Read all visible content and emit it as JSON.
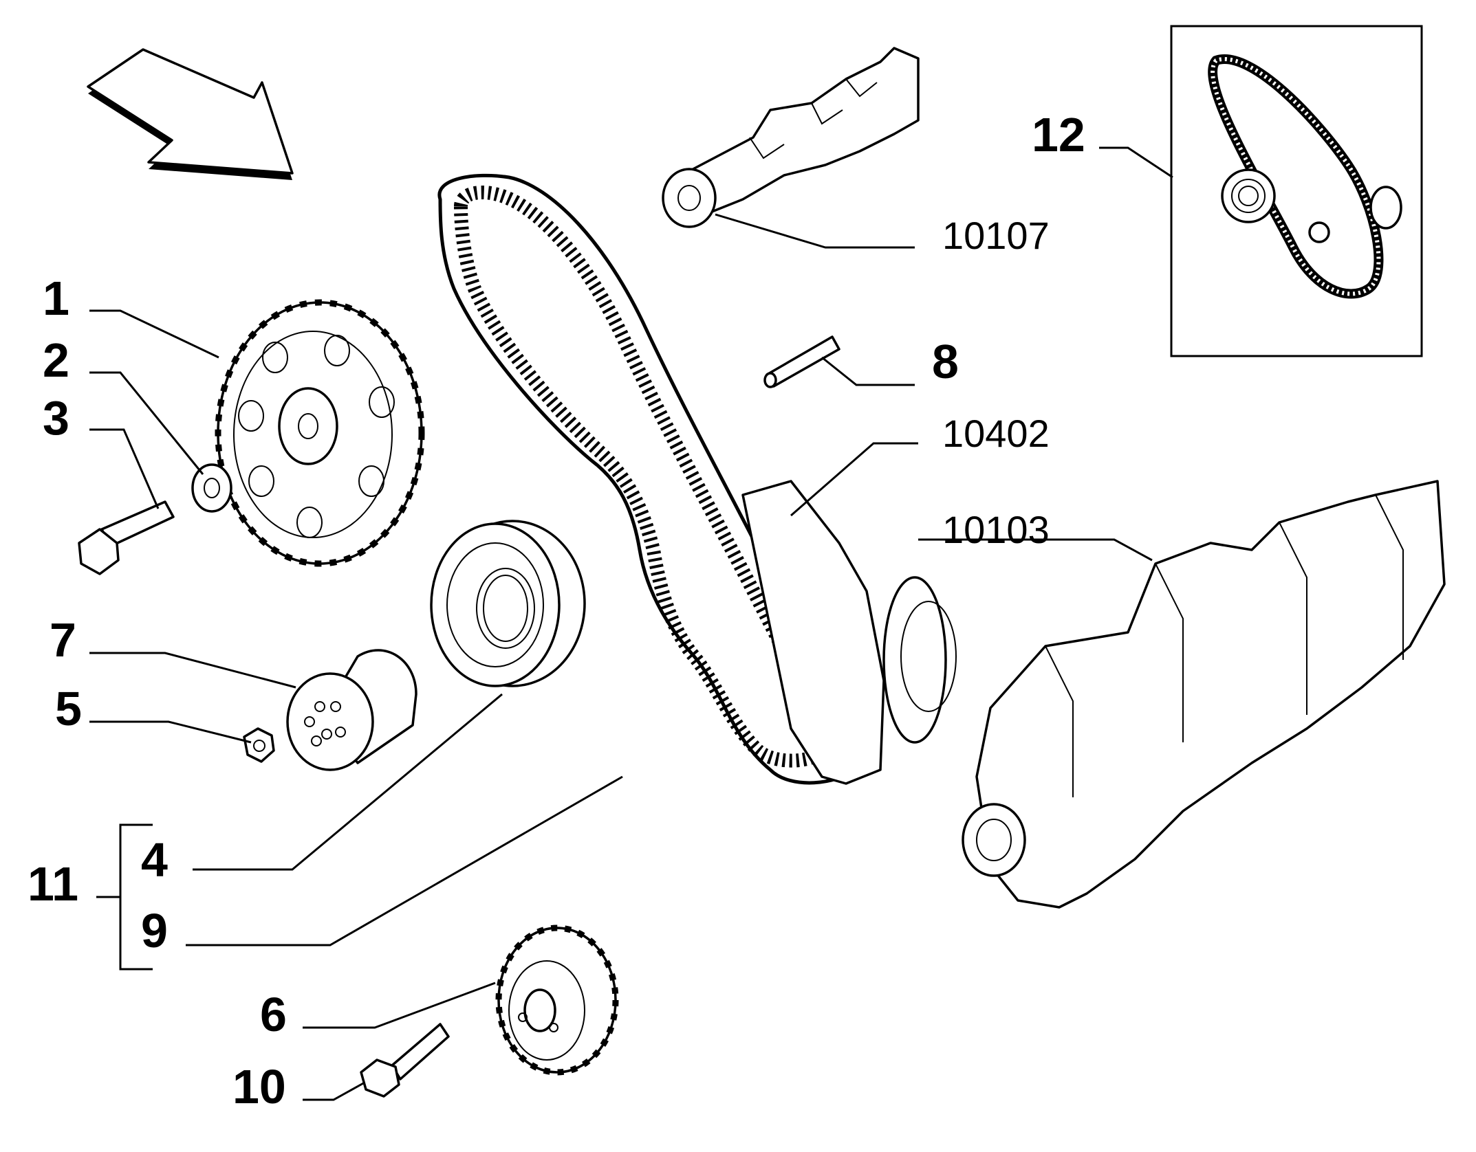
{
  "diagram": {
    "labels": {
      "p1": "1",
      "p2": "2",
      "p3": "3",
      "p4": "4",
      "p5": "5",
      "p6": "6",
      "p7": "7",
      "p8": "8",
      "p9": "9",
      "p10": "10",
      "p11": "11",
      "p12": "12",
      "ref_10107": "10107",
      "ref_10402": "10402",
      "ref_10103": "10103"
    }
  }
}
